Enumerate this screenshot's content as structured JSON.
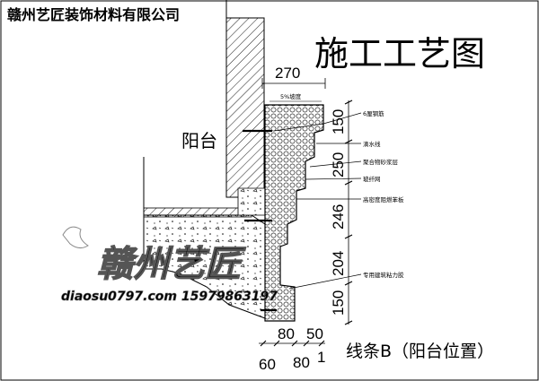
{
  "company": "赣州艺匠装饰材料有限公司",
  "title": "施工工艺图",
  "balcony_label": "阳台",
  "caption": "线条B（阳台位置）",
  "slope_note": "5%坡度",
  "callouts": [
    "6厘钢筋",
    "滴水线",
    "聚合物砂浆层",
    "玻纤网",
    "高密度阻燃苯板",
    "专用建筑粘力胶"
  ],
  "dimensions": {
    "top": "270",
    "vertical": [
      "150",
      "250",
      "246",
      "204",
      "150"
    ],
    "bottom_upper": [
      "80",
      "50"
    ],
    "bottom_lower": [
      "60",
      "80",
      "1"
    ]
  },
  "watermark": {
    "brand": "赣州艺匠",
    "url_phone": "diaosu0797.com  15979863197"
  }
}
